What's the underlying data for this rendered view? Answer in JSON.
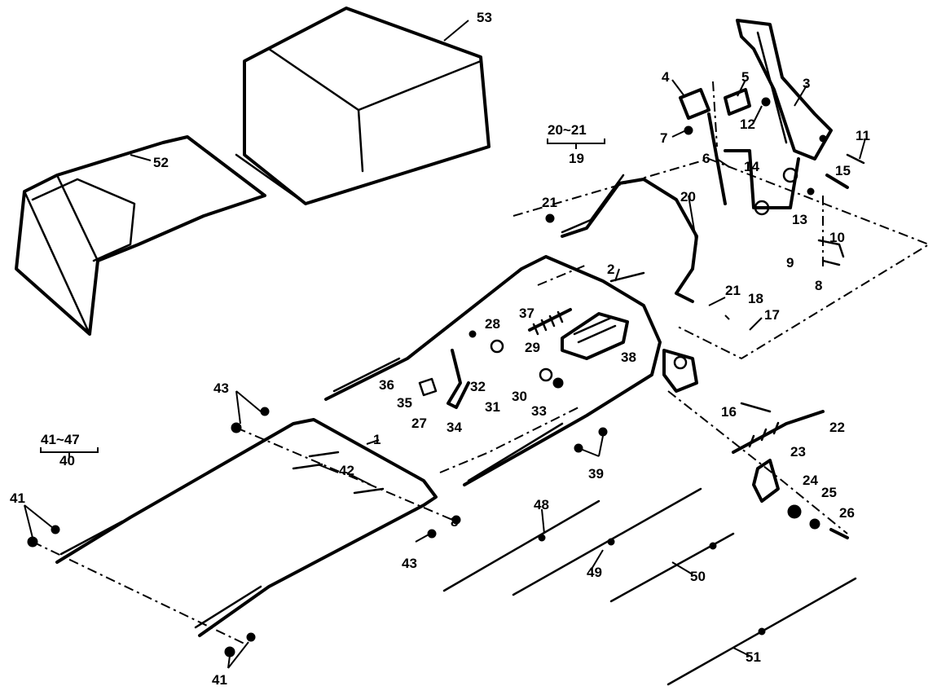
{
  "labels": [
    {
      "id": "1",
      "text": "1"
    },
    {
      "id": "2",
      "text": "2"
    },
    {
      "id": "3",
      "text": "3"
    },
    {
      "id": "4",
      "text": "4"
    },
    {
      "id": "5",
      "text": "5"
    },
    {
      "id": "6",
      "text": "6"
    },
    {
      "id": "7",
      "text": "7"
    },
    {
      "id": "8a",
      "text": "8"
    },
    {
      "id": "8b",
      "text": "8"
    },
    {
      "id": "9",
      "text": "9"
    },
    {
      "id": "10",
      "text": "10"
    },
    {
      "id": "11",
      "text": "11"
    },
    {
      "id": "12",
      "text": "12"
    },
    {
      "id": "13",
      "text": "13"
    },
    {
      "id": "14",
      "text": "14"
    },
    {
      "id": "15",
      "text": "15"
    },
    {
      "id": "16",
      "text": "16"
    },
    {
      "id": "17",
      "text": "17"
    },
    {
      "id": "18",
      "text": "18"
    },
    {
      "id": "19",
      "text": "19"
    },
    {
      "id": "19range",
      "text": "20~21"
    },
    {
      "id": "20",
      "text": "20"
    },
    {
      "id": "21a",
      "text": "21"
    },
    {
      "id": "21b",
      "text": "21"
    },
    {
      "id": "22",
      "text": "22"
    },
    {
      "id": "23",
      "text": "23"
    },
    {
      "id": "24",
      "text": "24"
    },
    {
      "id": "25",
      "text": "25"
    },
    {
      "id": "26",
      "text": "26"
    },
    {
      "id": "27",
      "text": "27"
    },
    {
      "id": "28",
      "text": "28"
    },
    {
      "id": "29",
      "text": "29"
    },
    {
      "id": "30",
      "text": "30"
    },
    {
      "id": "31",
      "text": "31"
    },
    {
      "id": "32",
      "text": "32"
    },
    {
      "id": "33",
      "text": "33"
    },
    {
      "id": "34",
      "text": "34"
    },
    {
      "id": "35",
      "text": "35"
    },
    {
      "id": "36",
      "text": "36"
    },
    {
      "id": "37",
      "text": "37"
    },
    {
      "id": "38",
      "text": "38"
    },
    {
      "id": "39",
      "text": "39"
    },
    {
      "id": "40",
      "text": "40"
    },
    {
      "id": "40range",
      "text": "41~47"
    },
    {
      "id": "41a",
      "text": "41"
    },
    {
      "id": "41b",
      "text": "41"
    },
    {
      "id": "42",
      "text": "42"
    },
    {
      "id": "43a",
      "text": "43"
    },
    {
      "id": "43b",
      "text": "43"
    },
    {
      "id": "48",
      "text": "48"
    },
    {
      "id": "49",
      "text": "49"
    },
    {
      "id": "50",
      "text": "50"
    },
    {
      "id": "51",
      "text": "51"
    },
    {
      "id": "52",
      "text": "52"
    },
    {
      "id": "53",
      "text": "53"
    }
  ]
}
